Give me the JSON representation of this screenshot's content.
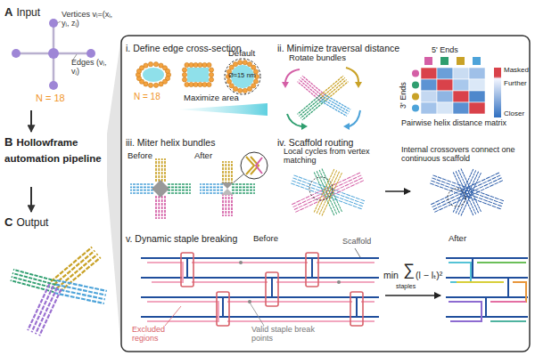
{
  "diagram": {
    "nodes": [
      {
        "text": [
          "A",
          "Input"
        ]
      },
      {
        "text": [
          "B",
          "Hollowframe automation pipeline"
        ]
      },
      {
        "text": [
          "C",
          "Output"
        ]
      },
      {
        "text": [
          "i. Define edge cross-section"
        ]
      },
      {
        "text": [
          "ii. Minimize traversal distance"
        ]
      },
      {
        "text": [
          "iii. Miter helix bundles"
        ]
      },
      {
        "text": [
          "iv. Scaffold routing"
        ]
      },
      {
        "text": [
          "v. Dynamic staple breaking"
        ]
      }
    ],
    "edges": [
      {
        "from": 0,
        "to": 1,
        "arrow": "to"
      },
      {
        "from": 1,
        "to": 2,
        "arrow": "to"
      }
    ],
    "labels": [
      "Vertices vᵢ=(xᵢ, yᵢ, zᵢ)",
      "Edges (vᵢ, vⱼ)",
      "N = 18",
      "N = 18",
      "Default",
      "Ø≈15 nm",
      "Maximize area",
      "Rotate bundles",
      "5' Ends",
      "3' Ends",
      "Masked",
      "Further",
      "Closer",
      "Pairwise helix distance matrix",
      "Before",
      "After",
      "Local cycles from vertex matching",
      "Internal crossovers connect one continuous scaffold",
      "Before",
      "Scaffold",
      "Excluded regions",
      "Valid staple break points",
      "min",
      "∑",
      "staples",
      "(l − lₜ)²",
      "After"
    ]
  }
}
